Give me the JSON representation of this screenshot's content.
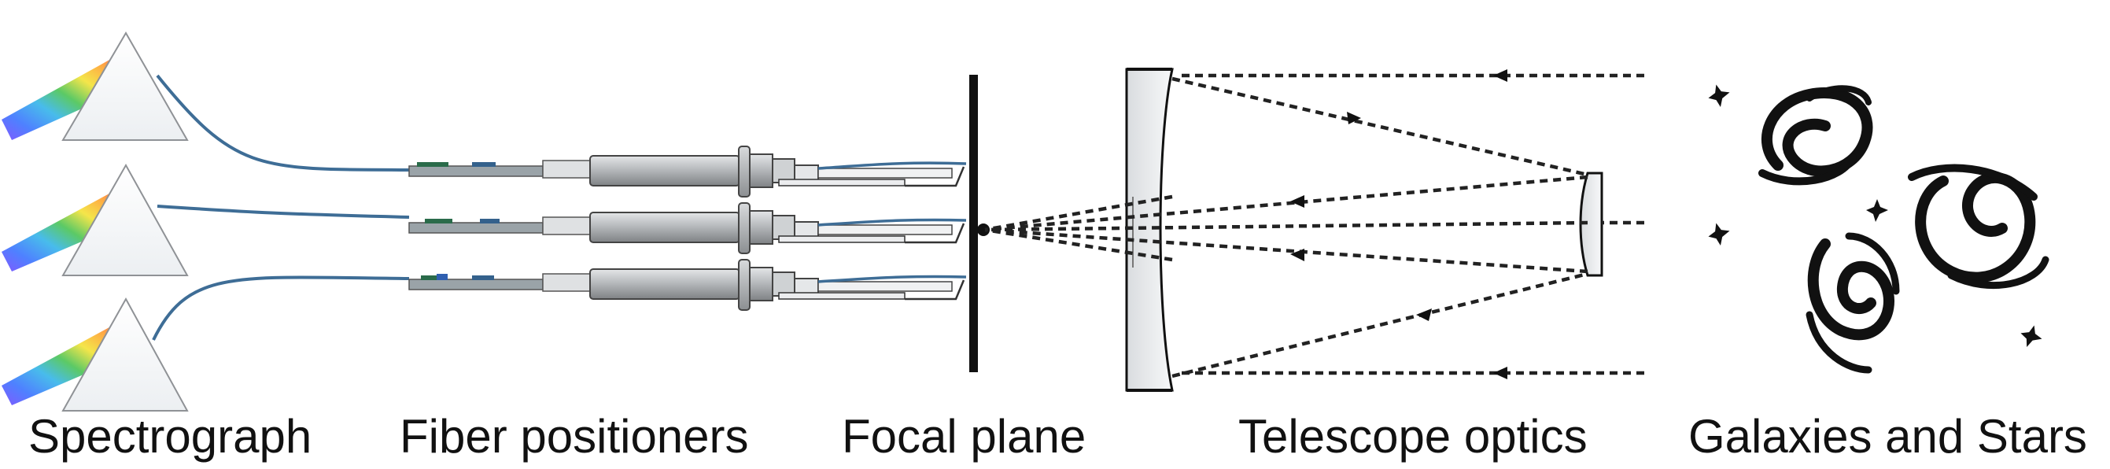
{
  "labels": {
    "spectrograph": "Spectrograph",
    "fiber_positioners": "Fiber positioners",
    "focal_plane": "Focal plane",
    "telescope_optics": "Telescope optics",
    "galaxies_and_stars": "Galaxies and Stars"
  },
  "colors": {
    "fiber": "#3e6d96",
    "positioner_body": "#b9bcbf",
    "line": "#111111"
  },
  "icons": [
    "prism-icon",
    "positioner-icon",
    "mirror-icon",
    "galaxy-icon",
    "star-icon"
  ]
}
